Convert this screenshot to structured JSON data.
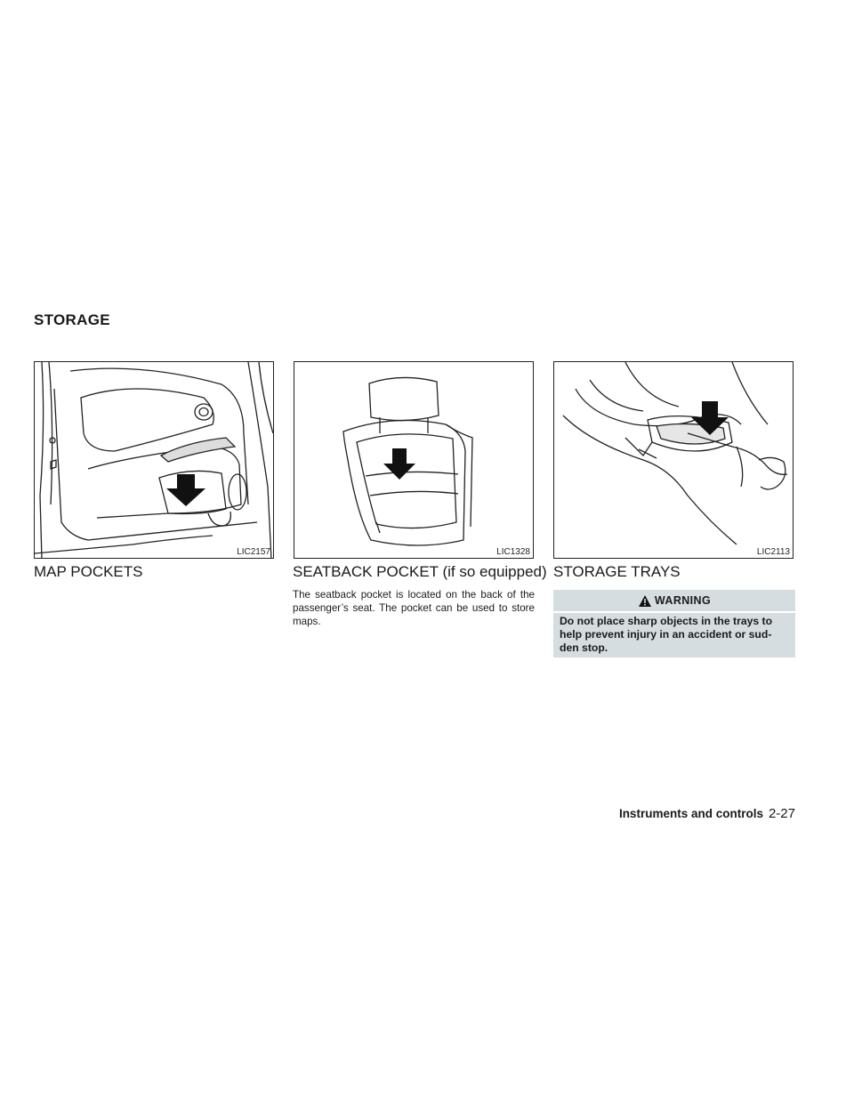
{
  "section_title": "STORAGE",
  "figures": [
    {
      "code": "LIC2157",
      "heading": "MAP POCKETS"
    },
    {
      "code": "LIC1328",
      "heading": "SEATBACK POCKET (if so equipped)"
    },
    {
      "code": "LIC2113",
      "heading": "STORAGE TRAYS"
    }
  ],
  "seatback_text": "The seatback pocket is located on the back of the passenger’s seat. The pocket can be used to store maps.",
  "warning": {
    "label": "WARNING",
    "text": "Do not place sharp objects in the trays to help prevent injury in an accident or sud-den stop."
  },
  "footer": {
    "chapter": "Instruments and controls",
    "page": "2-27"
  },
  "colors": {
    "warning_bg": "#d5dde0",
    "text": "#1a1a1a"
  }
}
